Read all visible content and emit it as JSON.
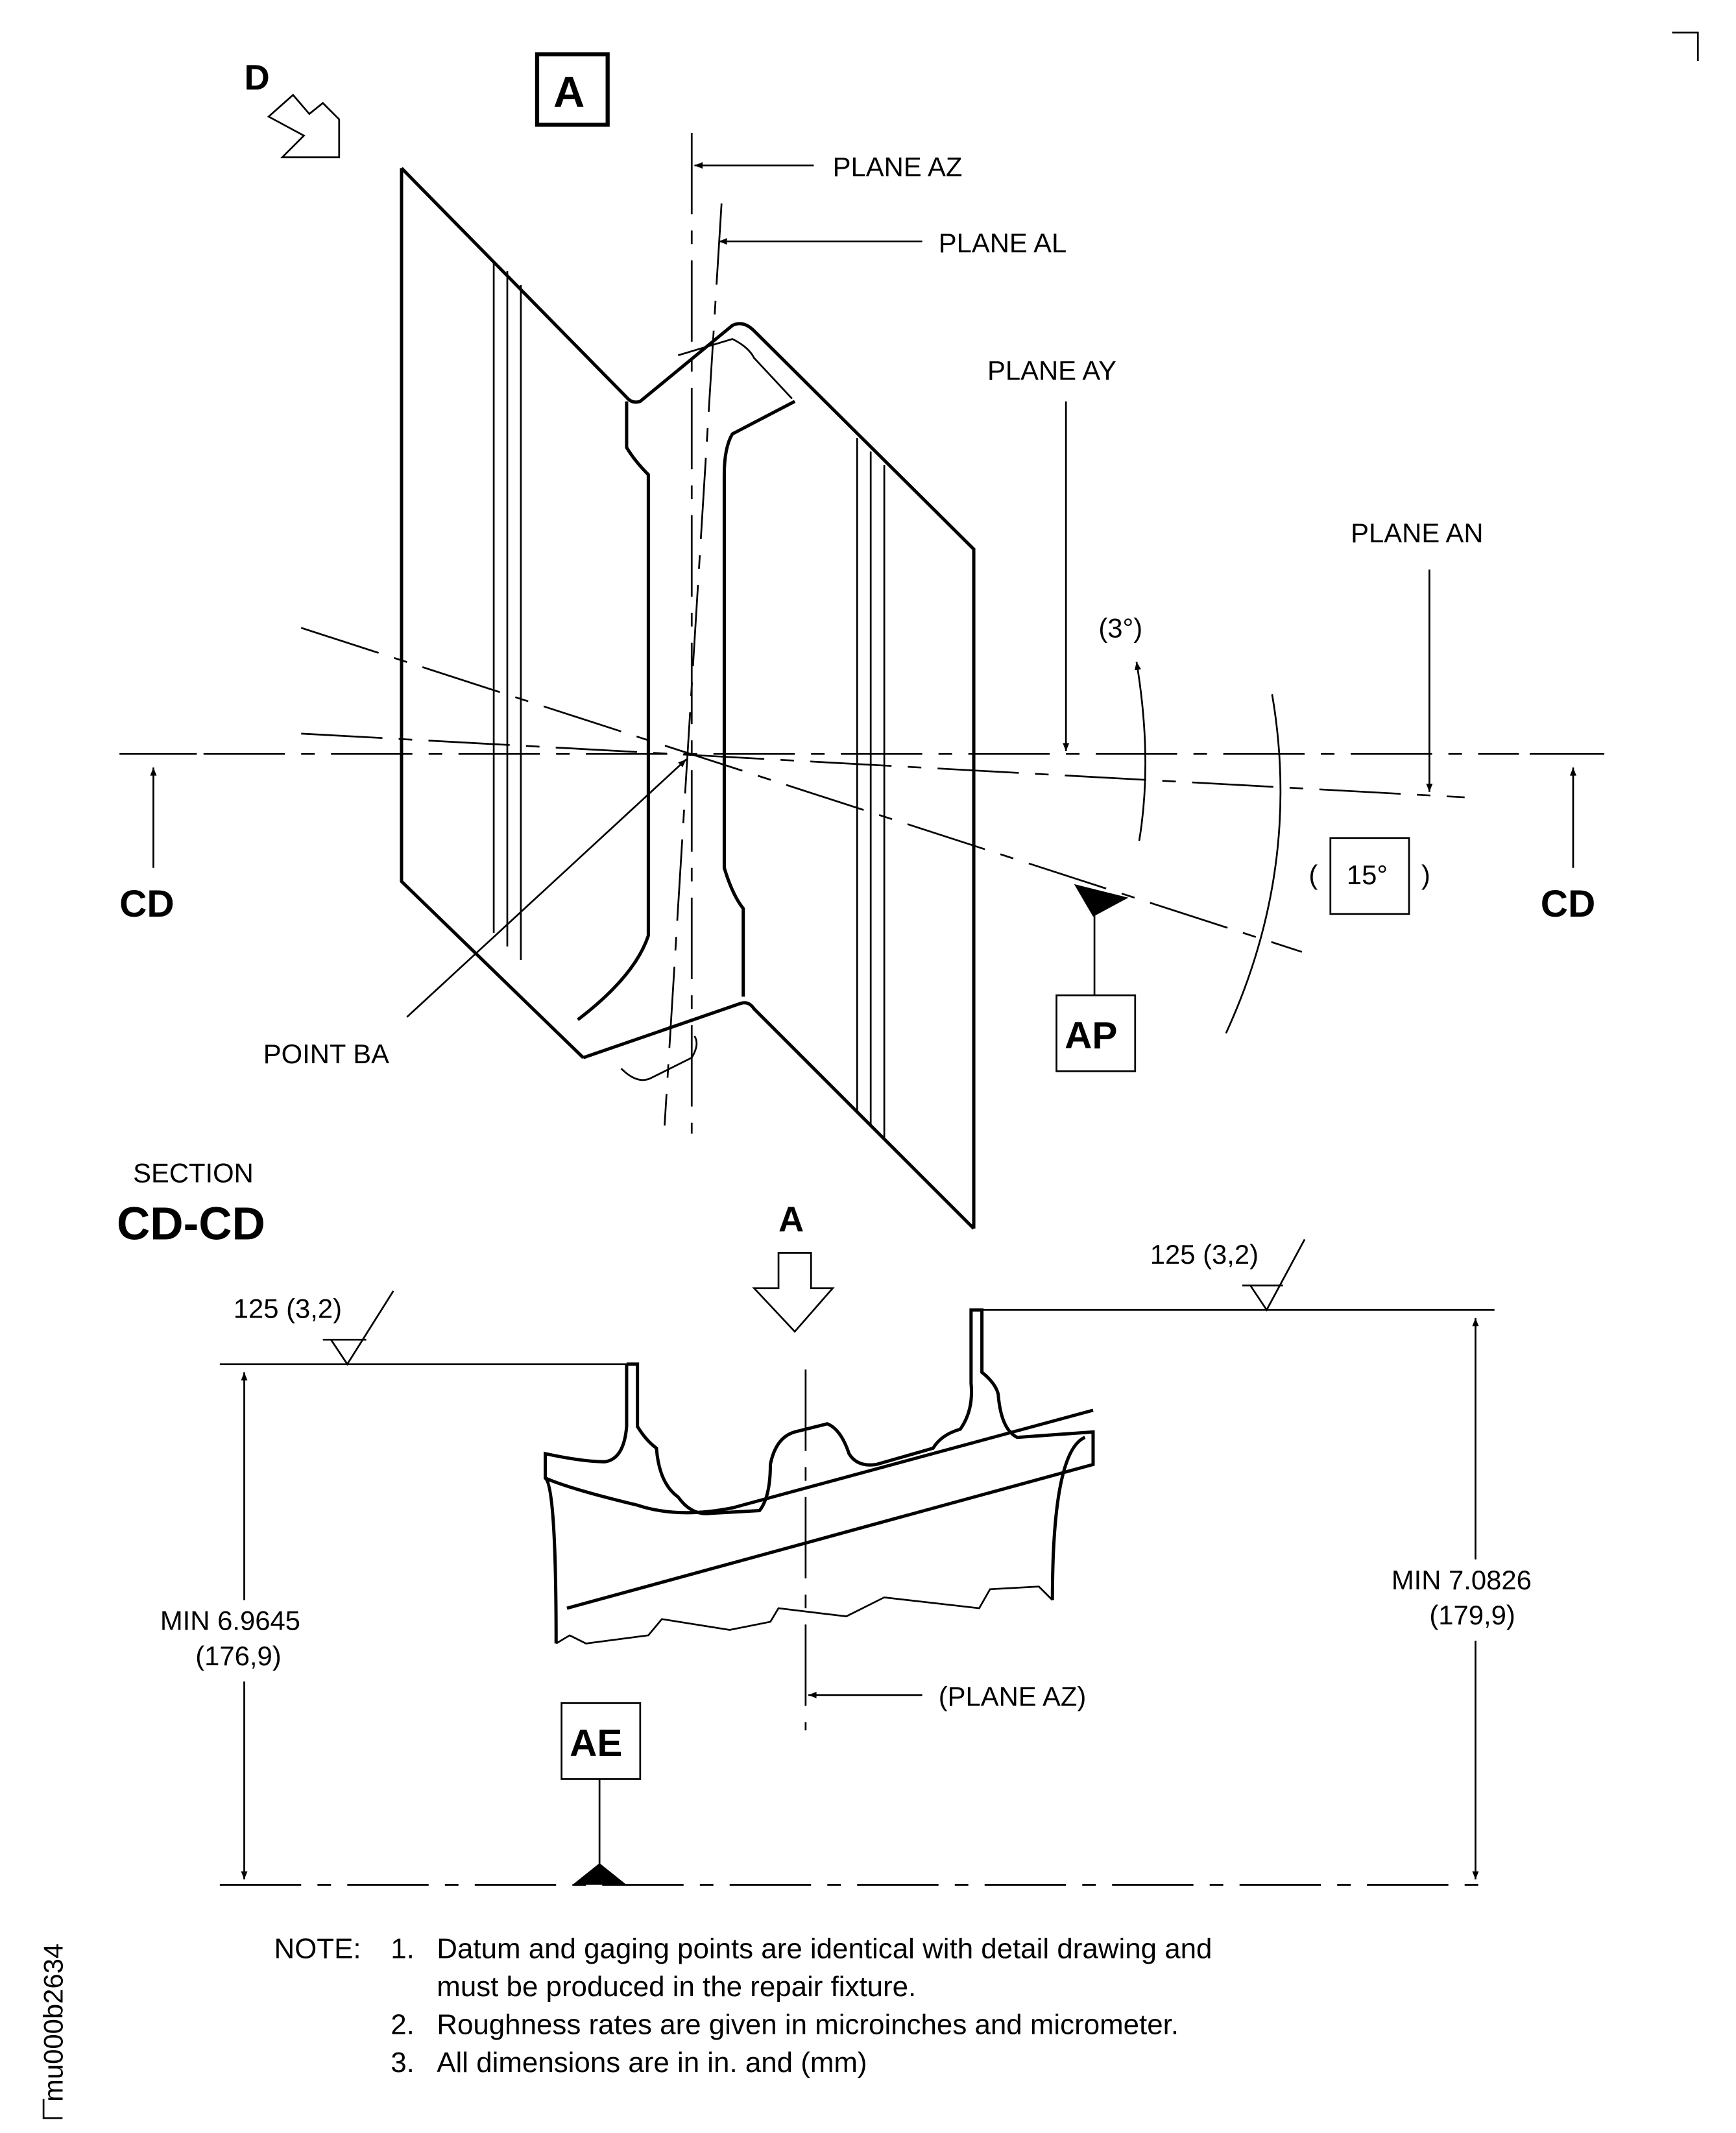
{
  "view_markers": {
    "view_d": "D",
    "view_a_box": "A",
    "section_left": "CD",
    "section_right": "CD",
    "section_view_arrow": "A"
  },
  "planes": {
    "az": "PLANE AZ",
    "al": "PLANE AL",
    "ay": "PLANE AY",
    "an": "PLANE AN",
    "az_ref": "(PLANE AZ)"
  },
  "points": {
    "ba": "POINT BA"
  },
  "angles": {
    "small": "(3°)",
    "large_open": "(",
    "large_value": "15°",
    "large_close": ")"
  },
  "datums": {
    "ap": "AP",
    "ae": "AE"
  },
  "section": {
    "label": "SECTION",
    "name": "CD-CD"
  },
  "roughness": {
    "left": "125 (3,2)",
    "right": "125 (3,2)"
  },
  "dimensions": {
    "left_min": "MIN 6.9645",
    "left_mm": "(176,9)",
    "right_min": "MIN 7.0826",
    "right_mm": "(179,9)"
  },
  "notes": {
    "heading": "NOTE:",
    "items": [
      {
        "num": "1.",
        "line1": "Datum and gaging points are identical with detail drawing and",
        "line2": "must be produced in the repair fixture."
      },
      {
        "num": "2.",
        "line1": "Roughness rates are given in microinches and micrometer."
      },
      {
        "num": "3.",
        "line1": "All dimensions are in in. and (mm)"
      }
    ]
  },
  "figure_id": "mu000b2634"
}
